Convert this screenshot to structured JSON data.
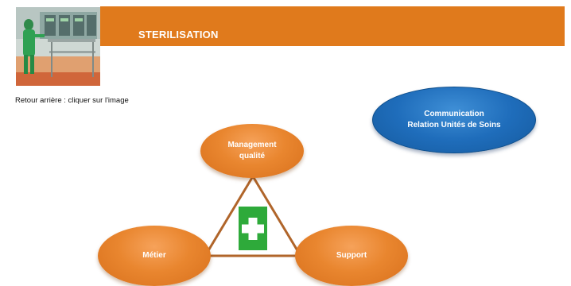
{
  "header": {
    "title": "STERILISATION",
    "bar_color": "#e07a1c"
  },
  "photo": {
    "alt": "sterilisation room photo"
  },
  "back_link": {
    "label": "Retour arrière : cliquer sur l'image"
  },
  "diagram": {
    "top_node": "Management\nqualité",
    "left_node": "Métier",
    "right_node": "Support",
    "center_icon": "medical-cross-icon",
    "center_color": "#2eaa3a",
    "node_color": "#e9862f",
    "line_color": "#b0652a"
  },
  "communication": {
    "label": "Communication\nRelation Unités de Soins",
    "color": "#1f6dbb"
  }
}
